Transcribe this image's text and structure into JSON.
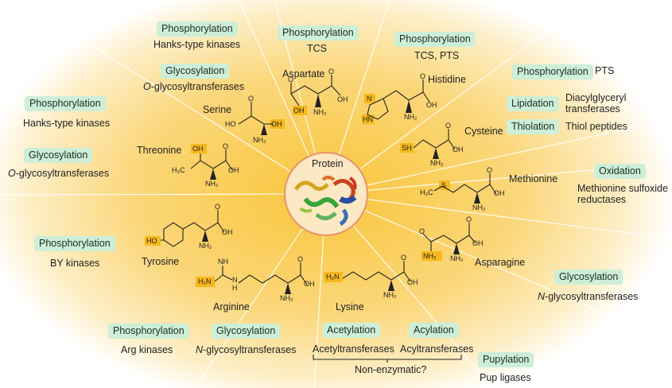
{
  "center": {
    "label": "Protein"
  },
  "modifications": {
    "phos_hanks_top": "Phosphorylation",
    "glyco_o_top": "Glycosylation",
    "phos_tcs": "Phosphorylation",
    "phos_tcs_pts": "Phosphorylation",
    "phos_pts": "Phosphorylation",
    "lipidation": "Lipidation",
    "thiolation": "Thiolation",
    "oxidation": "Oxidation",
    "phos_hanks_left": "Phosphorylation",
    "glyco_o_left": "Glycosylation",
    "phos_by": "Phosphorylation",
    "glyco_n_right": "Glycosylation",
    "phos_arg": "Phosphorylation",
    "glyco_n_bottom": "Glycosylation",
    "acetylation": "Acetylation",
    "acylation": "Acylation",
    "pupylation": "Pupylation"
  },
  "enzymes": {
    "hanks_top": "Hanks-type kinases",
    "o_glyco_top_prefix": "O",
    "o_glyco_top_rest": "-glycosyltransferases",
    "tcs": "TCS",
    "tcs_pts": "TCS, PTS",
    "pts": "PTS",
    "diacylglyceryl_1": "Diacylglyceryl",
    "diacylglyceryl_2": "transferases",
    "thiol_peptides": "Thiol peptides",
    "msr_1": "Methionine sulfoxide",
    "msr_2": "reductases",
    "hanks_left": "Hanks-type kinases",
    "o_glyco_left_prefix": "O",
    "o_glyco_left_rest": "-glycosyltransferases",
    "by_kinases": "BY kinases",
    "n_glyco_right_prefix": "N",
    "n_glyco_right_rest": "-glycosyltransferases",
    "arg_kinases": "Arg kinases",
    "n_glyco_bottom_prefix": "N",
    "n_glyco_bottom_rest": "-glycosyltransferases",
    "acetyltransferases": "Acetyltransferases",
    "acyltransferases": "Acyltransferases",
    "non_enzymatic": "Non-enzymatic?",
    "pup_ligases": "Pup ligases"
  },
  "amino_acids": {
    "aspartate": "Aspartate",
    "histidine": "Histidine",
    "serine": "Serine",
    "cysteine": "Cysteine",
    "threonine": "Threonine",
    "methionine": "Methionine",
    "tyrosine": "Tyrosine",
    "asparagine": "Asparagine",
    "arginine": "Arginine",
    "lysine": "Lysine"
  },
  "atoms": {
    "O": "O",
    "OH": "OH",
    "HO": "HO",
    "NH2": "NH₂",
    "H2N": "H₂N",
    "HN": "HN",
    "N": "N",
    "SH": "SH",
    "S": "S",
    "H3C": "H₃C",
    "NH": "NH",
    "H": "H"
  },
  "colors": {
    "glow_center": "#f8c53a",
    "glow_edge": "#ffffff",
    "badge_fill": "#cdeed7",
    "highlight": "#f6b91c",
    "center_ring": "#e9926a"
  }
}
